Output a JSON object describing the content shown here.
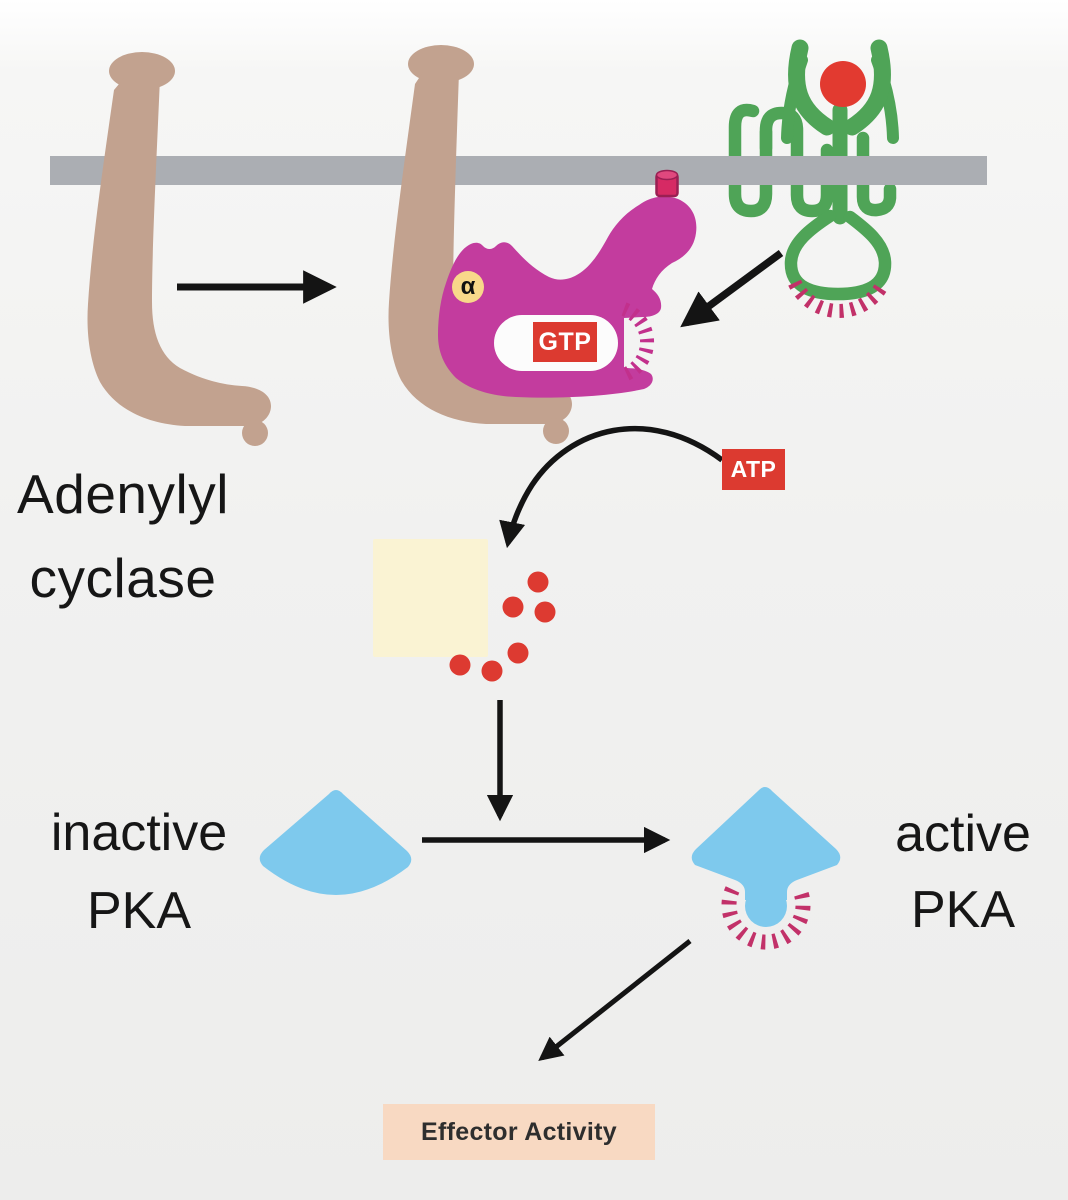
{
  "labels": {
    "adenylyl_cyclase": {
      "line1": "Adenylyl",
      "line2": "cyclase"
    },
    "alpha_subunit": "α",
    "gtp": "GTP",
    "atp": "ATP",
    "inactive_pka": {
      "line1": "inactive",
      "line2": "PKA"
    },
    "active_pka": {
      "line1": "active",
      "line2": "PKA"
    },
    "effector": "Effector Activity"
  },
  "colors": {
    "background_top": "#FFFFFF",
    "background_bottom": "#EDEDEC",
    "membrane_gray": "#ABAEB3",
    "adenylyl_cyclase_tan": "#C2A28F",
    "g_alpha_magenta": "#C33C9E",
    "lipid_anchor_crimson": "#D62A64",
    "dash_crimson": "#C23169",
    "receptor_green": "#4FA457",
    "ligand_red": "#E23A30",
    "nucleotide_tag_red": "#DC3A30",
    "camp_dot_red": "#DD3A31",
    "alpha_badge_yellow": "#F8D88A",
    "pka_blue": "#7EC9ED",
    "substrate_cream": "#FAF3D3",
    "effector_peach": "#F8D9C2",
    "arrow_black": "#141414"
  },
  "diagram": {
    "type": "cell-signaling-pathway",
    "flow": [
      "inactive adenylyl cyclase → active adenylyl cyclase (Gα·GTP bound)",
      "activated GPCR (ligand bound) → Gα·GTP",
      "ATP → cAMP (red dots) by adenylyl cyclase",
      "cAMP → inactive PKA → active PKA",
      "active PKA → Effector Activity"
    ]
  }
}
